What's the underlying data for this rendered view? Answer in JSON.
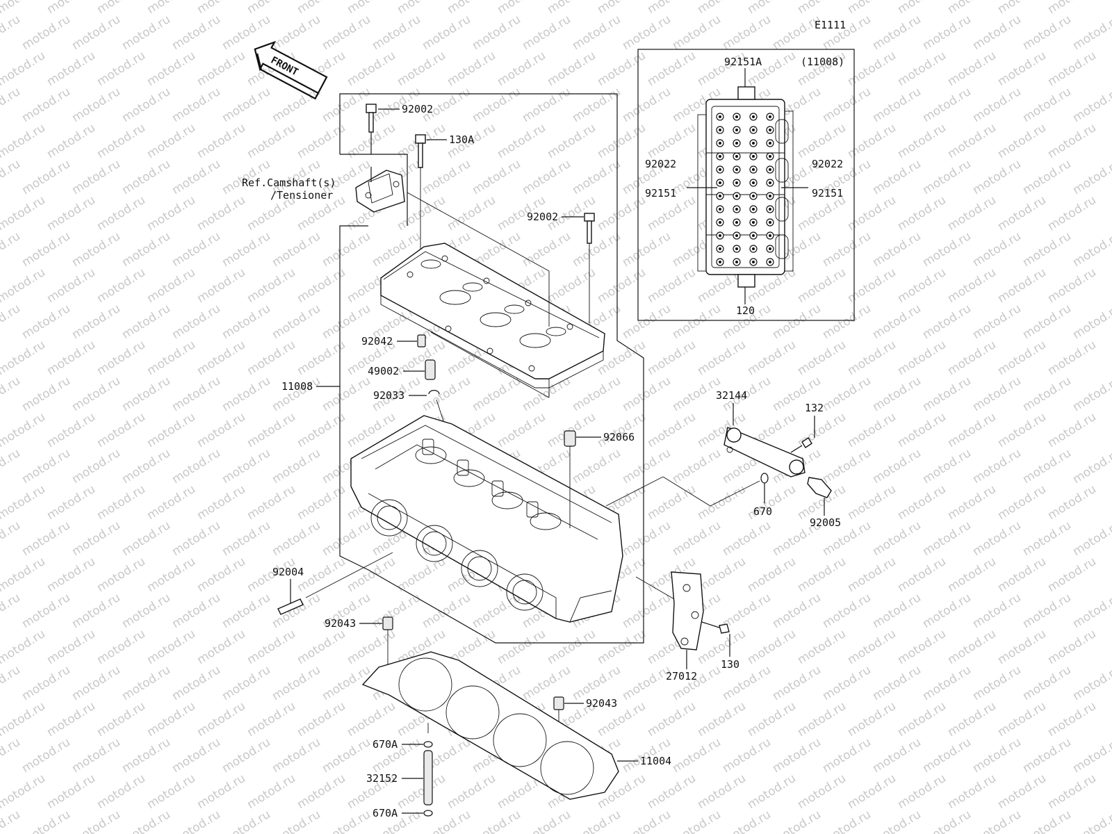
{
  "diagram_code": "E1111",
  "front_label": "FRONT",
  "inset_title": "(11008)",
  "watermark": "motod.ru",
  "ref_note": [
    "Ref.Camshaft(s)",
    "/Tensioner"
  ],
  "labels": {
    "p92002_top": "92002",
    "p130A": "130A",
    "p92002_right": "92002",
    "p92042": "92042",
    "p49002": "49002",
    "p11008": "11008",
    "p92033": "92033",
    "p92066": "92066",
    "p92004": "92004",
    "p92043_left": "92043",
    "p92043_right": "92043",
    "p670A_upper": "670A",
    "p32152": "32152",
    "p670A_lower": "670A",
    "p11004": "11004",
    "p32144": "32144",
    "p132": "132",
    "p670": "670",
    "p92005": "92005",
    "p27012": "27012",
    "p130": "130",
    "inset_92151A": "92151A",
    "inset_92022_left": "92022",
    "inset_92151_left": "92151",
    "inset_92022_right": "92022",
    "inset_92151_right": "92151",
    "inset_120": "120"
  }
}
